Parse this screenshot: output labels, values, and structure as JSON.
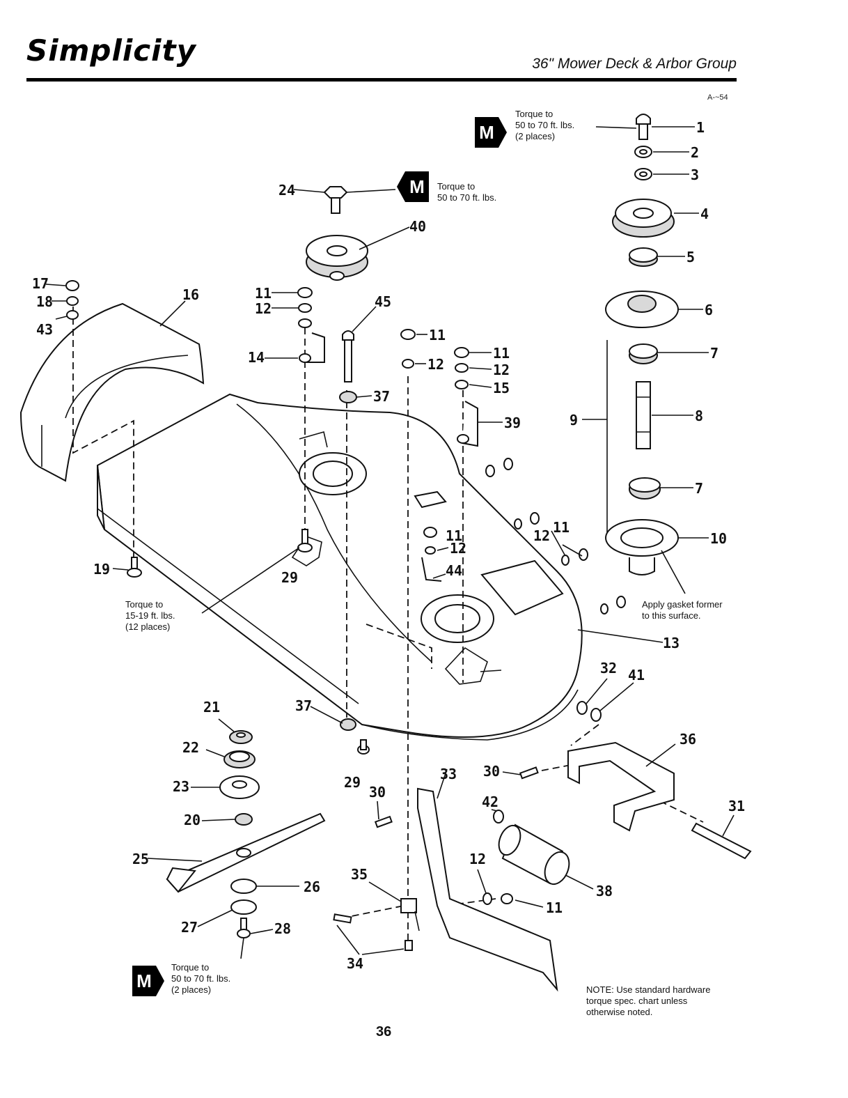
{
  "header": {
    "brand": "Simplicity",
    "section_title": "36\" Mower Deck & Arbor Group",
    "ref_code": "A-~54"
  },
  "notes": {
    "torque_top_right": "Torque to\n50 to 70  ft. lbs.\n(2 places)",
    "torque_top_center": "Torque to\n50 to 70 ft. lbs.",
    "torque_left": "Torque to\n15-19 ft. lbs.\n(12 places)",
    "torque_bottom_left": "Torque to\n50 to 70 ft. lbs.\n(2 places)",
    "gasket": "Apply gasket former\nto this surface.",
    "standard_hardware": "NOTE: Use standard hardware\ntorque spec. chart unless\notherwise noted."
  },
  "badge_letter": "M",
  "page_number": "36",
  "callouts": {
    "c1": "1",
    "c2": "2",
    "c3": "3",
    "c4": "4",
    "c5": "5",
    "c6": "6",
    "c7a": "7",
    "c7b": "7",
    "c8": "8",
    "c9": "9",
    "c10": "10",
    "c11a": "11",
    "c11b": "11",
    "c11c": "11",
    "c11d": "11",
    "c11e": "11",
    "c11f": "11",
    "c12a": "12",
    "c12b": "12",
    "c12c": "12",
    "c12d": "12",
    "c12e": "12",
    "c12f": "12",
    "c13": "13",
    "c14": "14",
    "c15": "15",
    "c16": "16",
    "c17": "17",
    "c18": "18",
    "c19": "19",
    "c20": "20",
    "c21": "21",
    "c22": "22",
    "c23": "23",
    "c24": "24",
    "c25": "25",
    "c26": "26",
    "c27": "27",
    "c28": "28",
    "c29a": "29",
    "c29b": "29",
    "c30a": "30",
    "c30b": "30",
    "c31": "31",
    "c32": "32",
    "c33": "33",
    "c34": "34",
    "c35": "35",
    "c36": "36",
    "c37a": "37",
    "c37b": "37",
    "c38": "38",
    "c39": "39",
    "c40": "40",
    "c41": "41",
    "c42": "42",
    "c43": "43",
    "c44": "44",
    "c45": "45"
  }
}
